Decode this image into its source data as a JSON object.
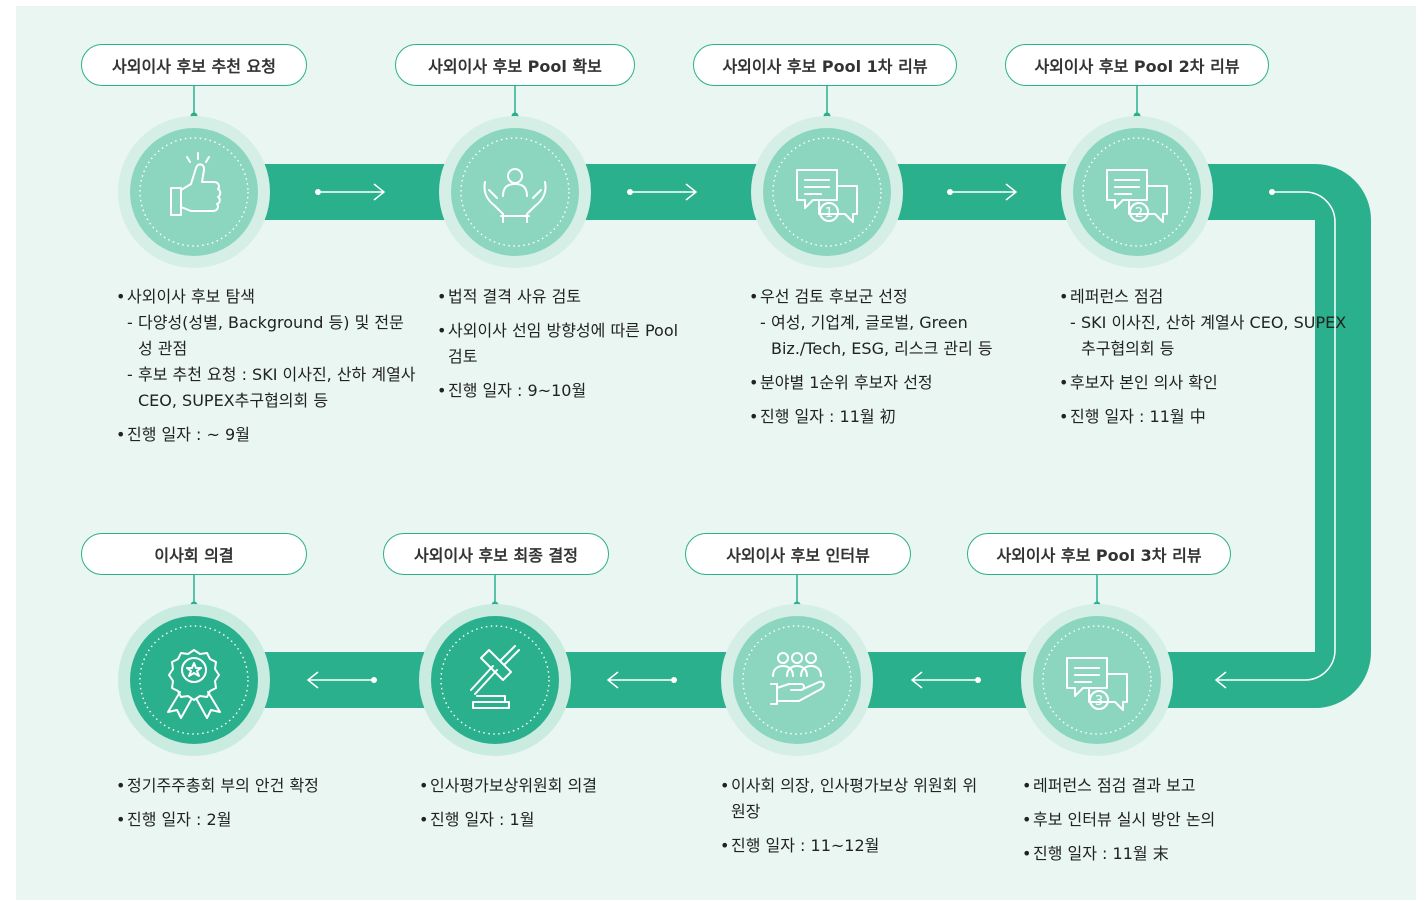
{
  "colors": {
    "band": "#2ab08c",
    "pill_border": "#2ab08c",
    "circle_light": "#8cd6c0",
    "circle_dark": "#2bb08d",
    "background": "#e9f6f2"
  },
  "steps": [
    {
      "title": "사외이사 후보 추천 요청",
      "icon": "thumbs-up-icon",
      "items": [
        {
          "text": "사외이사 후보 탐색",
          "subs": [
            "다양성(성별, Background 등) 및 전문성 관점",
            "후보 추천 요청 : SKI 이사진, 산하 계열사 CEO, SUPEX추구협의회 등"
          ]
        },
        {
          "text": "진행 일자 : ~ 9월",
          "subs": []
        }
      ]
    },
    {
      "title": "사외이사 후보 Pool 확보",
      "icon": "hands-person-icon",
      "items": [
        {
          "text": "법적 결격 사유 검토",
          "subs": []
        },
        {
          "text": "사외이사 선임 방향성에 따른 Pool 검토",
          "subs": []
        },
        {
          "text": "진행 일자 : 9~10월",
          "subs": []
        }
      ]
    },
    {
      "title": "사외이사 후보 Pool 1차 리뷰",
      "icon": "chat-review-1-icon",
      "items": [
        {
          "text": "우선 검토 후보군 선정",
          "subs": [
            "여성, 기업계, 글로벌, Green Biz./Tech, ESG, 리스크 관리 등"
          ]
        },
        {
          "text": "분야별 1순위 후보자 선정",
          "subs": []
        },
        {
          "text": "진행 일자 : 11월 初",
          "subs": []
        }
      ]
    },
    {
      "title": "사외이사 후보 Pool 2차 리뷰",
      "icon": "chat-review-2-icon",
      "items": [
        {
          "text": "레퍼런스 점검",
          "subs": [
            "SKI 이사진, 산하 계열사 CEO, SUPEX추구협의회 등"
          ]
        },
        {
          "text": "후보자 본인 의사 확인",
          "subs": []
        },
        {
          "text": "진행 일자 : 11월 中",
          "subs": []
        }
      ]
    },
    {
      "title": "사외이사 후보 Pool 3차 리뷰",
      "icon": "chat-review-3-icon",
      "items": [
        {
          "text": "레퍼런스 점검 결과 보고",
          "subs": []
        },
        {
          "text": "후보 인터뷰 실시 방안 논의",
          "subs": []
        },
        {
          "text": "진행 일자 : 11월 末",
          "subs": []
        }
      ]
    },
    {
      "title": "사외이사 후보 인터뷰",
      "icon": "group-hand-icon",
      "items": [
        {
          "text": "이사회 의장, 인사평가보상 위원회 위원장",
          "subs": []
        },
        {
          "text": "진행 일자 : 11~12월",
          "subs": []
        }
      ]
    },
    {
      "title": "사외이사 후보 최종 결정",
      "icon": "gavel-icon",
      "items": [
        {
          "text": "인사평가보상위원회 의결",
          "subs": []
        },
        {
          "text": "진행 일자 : 1월",
          "subs": []
        }
      ]
    },
    {
      "title": "이사회 의결",
      "icon": "award-badge-icon",
      "items": [
        {
          "text": "정기주주총회 부의 안건 확정",
          "subs": []
        },
        {
          "text": "진행 일자 : 2월",
          "subs": []
        }
      ]
    }
  ]
}
